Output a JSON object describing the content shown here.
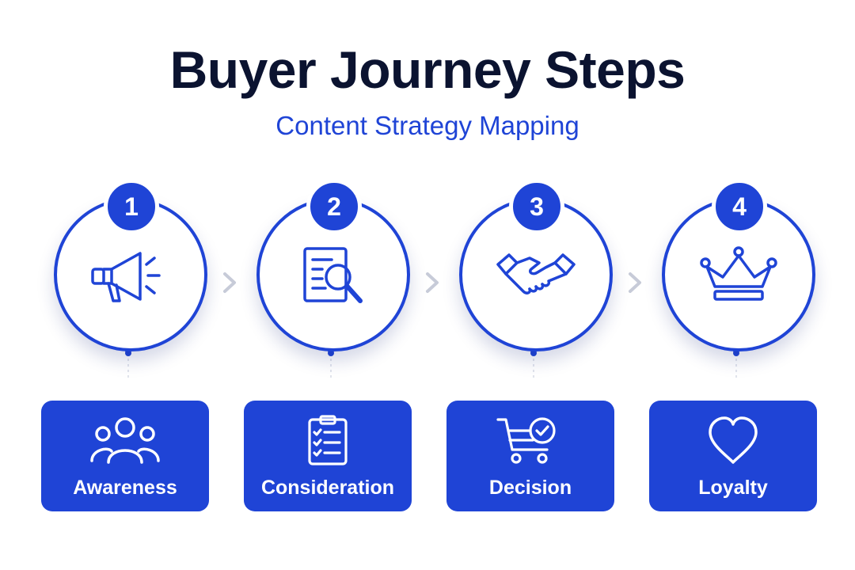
{
  "title": "Buyer Journey Steps",
  "subtitle": "Content Strategy Mapping",
  "accent_color": "#1f44d6",
  "title_color": "#0b1330",
  "steps": [
    {
      "number": "1",
      "label": "Awareness",
      "ring_icon": "megaphone-icon",
      "card_icon": "people-icon"
    },
    {
      "number": "2",
      "label": "Consideration",
      "ring_icon": "document-search-icon",
      "card_icon": "clipboard-checklist-icon"
    },
    {
      "number": "3",
      "label": "Decision",
      "ring_icon": "handshake-icon",
      "card_icon": "cart-check-icon"
    },
    {
      "number": "4",
      "label": "Loyalty",
      "ring_icon": "crown-icon",
      "card_icon": "heart-icon"
    }
  ]
}
